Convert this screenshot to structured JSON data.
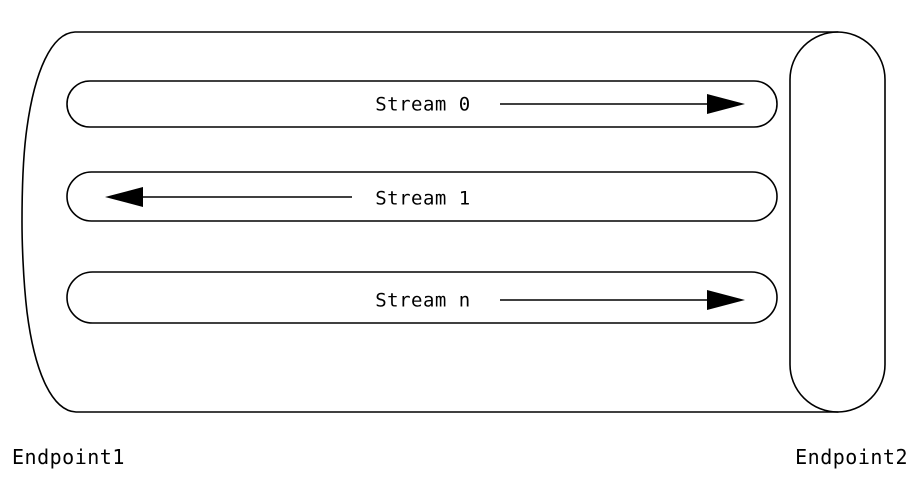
{
  "diagram": {
    "type": "connection-stream-diagram",
    "colors": {
      "stroke": "#000000",
      "background": "#ffffff"
    },
    "endpoints": {
      "left": {
        "label": "Endpoint1",
        "shape": "cylinder-left-face"
      },
      "right": {
        "label": "Endpoint2",
        "shape": "vertical-stadium"
      }
    },
    "streams": [
      {
        "label": "Stream 0",
        "direction": "right",
        "direction_icon": "arrow-right-icon"
      },
      {
        "label": "Stream 1",
        "direction": "left",
        "direction_icon": "arrow-left-icon"
      },
      {
        "label": "Stream n",
        "direction": "right",
        "direction_icon": "arrow-right-icon"
      }
    ]
  }
}
